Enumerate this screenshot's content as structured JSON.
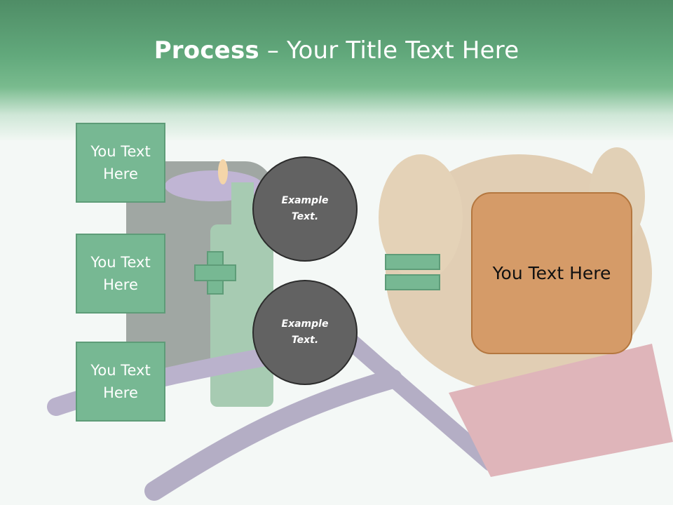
{
  "slide": {
    "title_bold": "Process",
    "title_rest": " – Your Title Text Here",
    "left_boxes": [
      "You Text Here",
      "You Text Here",
      "You Text Here"
    ],
    "circles": [
      "Example Text.",
      "Example Text."
    ],
    "result_text": "You Text Here",
    "operators": [
      "plus-icon",
      "equals-icon"
    ]
  },
  "colors": {
    "header_green": "#5fa77a",
    "box_green": "#77b893",
    "circle_gray": "#626262",
    "result_orange": "#d59b68"
  }
}
